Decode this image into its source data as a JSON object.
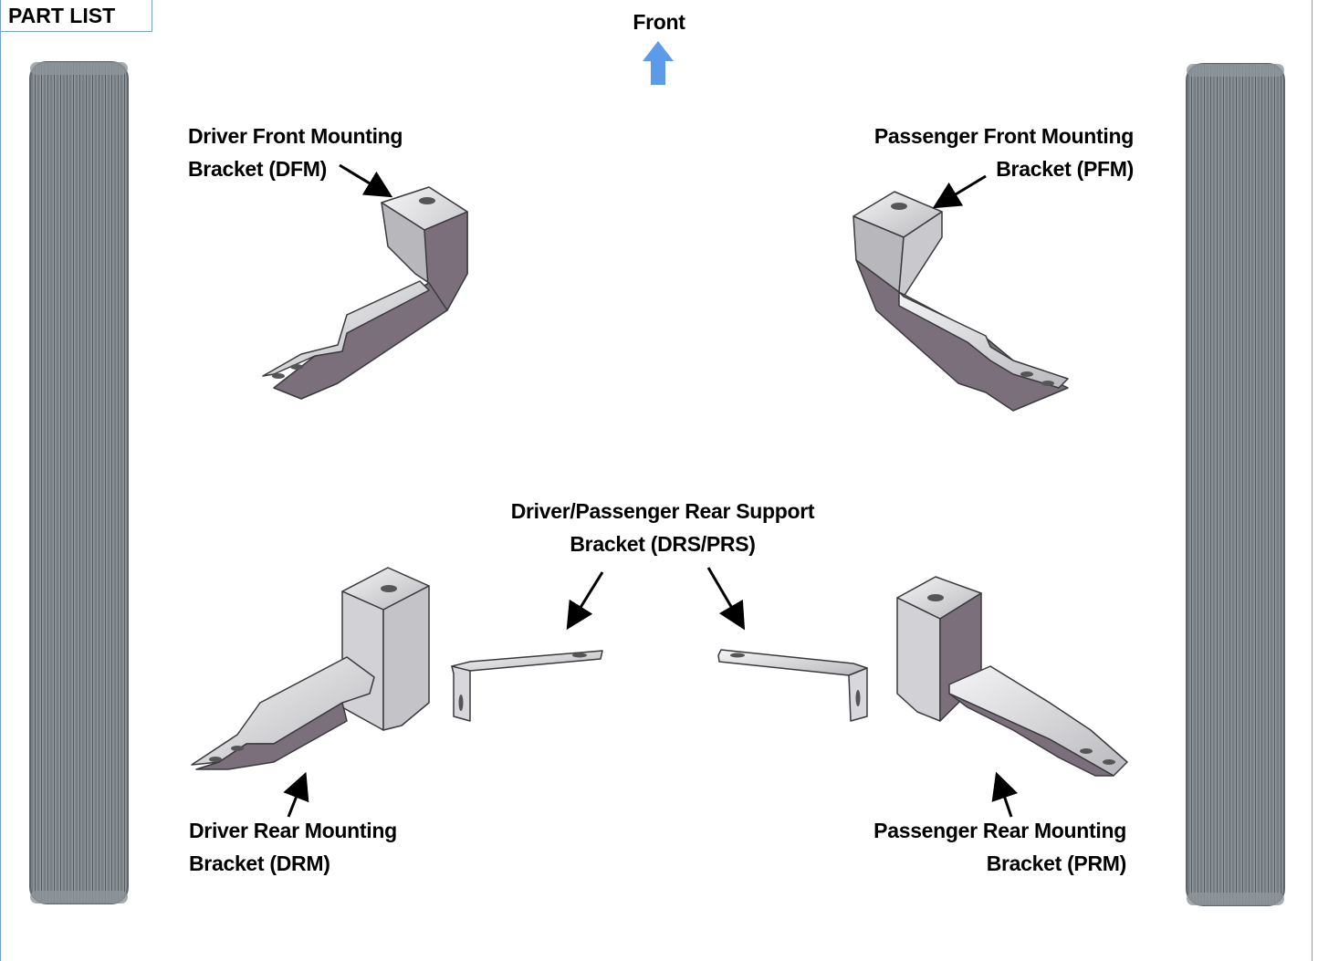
{
  "header": {
    "title": "PART LIST"
  },
  "orientation": {
    "label": "Front",
    "arrow_color": "#5b9bea"
  },
  "parts": {
    "dfm": {
      "line1": "Driver Front Mounting",
      "line2": "Bracket (DFM)"
    },
    "pfm": {
      "line1": "Passenger Front Mounting",
      "line2": "Bracket (PFM)"
    },
    "rs": {
      "line1": "Driver/Passenger Rear Support",
      "line2": "Bracket (DRS/PRS)"
    },
    "drm": {
      "line1": "Driver Rear Mounting",
      "line2": "Bracket (DRM)"
    },
    "prm": {
      "line1": "Passenger Rear Mounting",
      "line2": "Bracket (PRM)"
    }
  },
  "colors": {
    "frame": "#6fa0d8",
    "board": "#8a9196",
    "bracket_face": "#7a6f7a",
    "bracket_light": "#e6e6e8"
  }
}
